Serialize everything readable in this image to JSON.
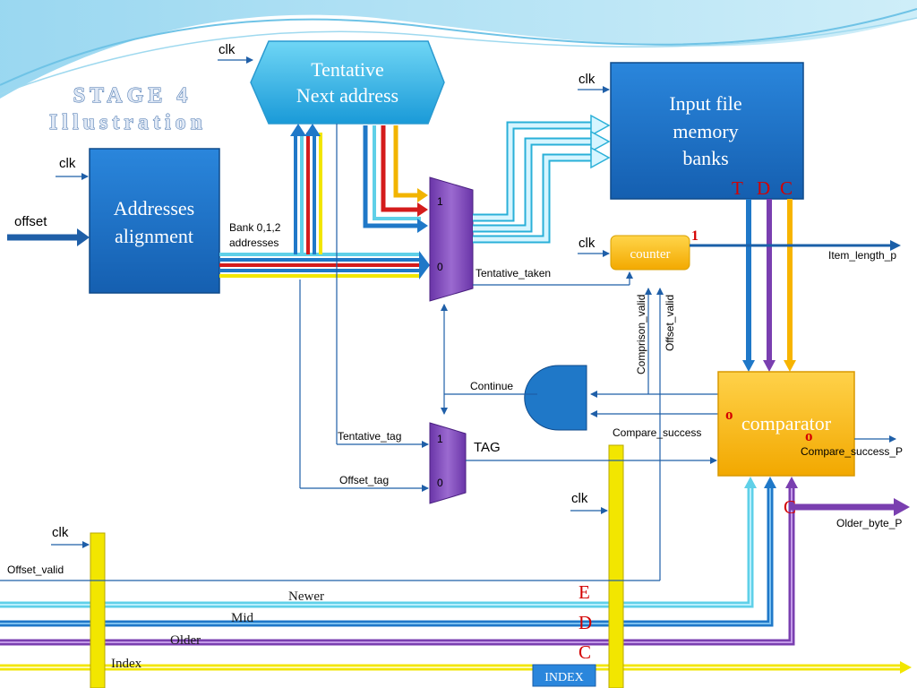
{
  "title": {
    "line1": "STAGE 4",
    "line2": "Illustration"
  },
  "blocks": {
    "tentative": {
      "line1": "Tentative",
      "line2": "Next address"
    },
    "input_file": {
      "line1": "Input file",
      "line2": "memory",
      "line3": "banks"
    },
    "addresses": {
      "line1": "Addresses",
      "line2": "alignment"
    },
    "counter": "counter",
    "comparator": "comparator",
    "index_box": "INDEX"
  },
  "labels": {
    "clk": "clk",
    "offset": "offset",
    "bank": "Bank 0,1,2",
    "addresses": "addresses",
    "mux_one": "1",
    "mux_zero": "0",
    "tentative_taken": "Tentative_taken",
    "item_length": "Item_length_p",
    "comprison_valid": "Comprison_valid",
    "offset_valid_v": "Offset_valid",
    "continue": "Continue",
    "compare_success": "Compare_success",
    "tentative_tag": "Tentative_tag",
    "offset_tag": "Offset_tag",
    "tag": "TAG",
    "compare_success_p": "Compare_success_P",
    "older_byte_p": "Older_byte_P",
    "offset_valid_h": "Offset_valid",
    "newer": "Newer",
    "mid": "Mid",
    "older": "Older",
    "index": "Index"
  },
  "markers": {
    "T": "T",
    "D": "D",
    "C": "C",
    "one": "1",
    "o": "o",
    "E_bus": "E",
    "D_bus": "D",
    "C_bus": "C"
  },
  "colors": {
    "cyan": "#5fd0e8",
    "blue": "#1f78c8",
    "red": "#d41c1c",
    "purple": "#7a3fb0",
    "yellow": "#f2e600",
    "dark_blue": "#1a5fa8",
    "block_blue": "#1e6ec8",
    "orange": "#f7b400"
  }
}
